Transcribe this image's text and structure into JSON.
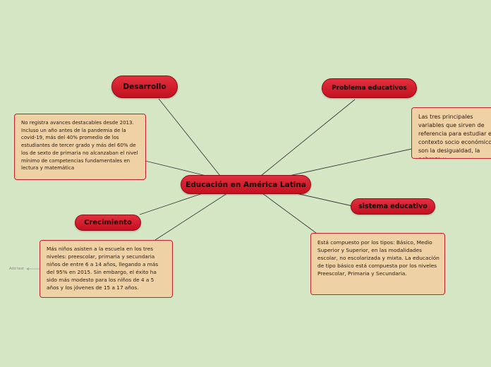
{
  "map": {
    "central": "Educación en América Latina",
    "topics": {
      "desarrollo": "Desarrollo",
      "problema": "Problema educativos",
      "crecimiento": "Crecimiento",
      "sistema": "sistema educativo"
    },
    "notes": {
      "desarrollo": "No registra avances destacables desde 2013. Incluso un año antes de la pandemia de la covid-19,  más del 40% promedio de los estudiantes de tercer grado y más del 60% de los de sexto de primaria no alcanzaban el nivel mínimo de competencias fundamentales en lectura y matemática",
      "problema": "Las tres principales variables que sirven de referencia para estudiar el contexto socio económico son la desigualdad, la pobreza y",
      "crecimiento": "Más niños asisten a la escuela en los tres niveles: preescolar, primaria y secundaria niños de entre  6 a 14 años, llegando a más del 95% en 2015.  Sin embargo, el éxito ha sido más modesto para los niños de 4 a 5 años y los jóvenes de 15 a 17 años.",
      "sistema": "Está compuesto por los tipos: Básico, Medio Superior y Superior, en las modalidades escolar, no escolarizada y mixta. La educación de tipo básico está compuesta por los niveles Preescolar, Primaria y Secundaria."
    },
    "add_text": "Add text"
  },
  "colors": {
    "background": "#d5e6c4",
    "topic_fill": "#d81b2c",
    "note_fill": "#eed1a4",
    "note_border": "#c8202c",
    "connector": "#3a3a3a"
  }
}
